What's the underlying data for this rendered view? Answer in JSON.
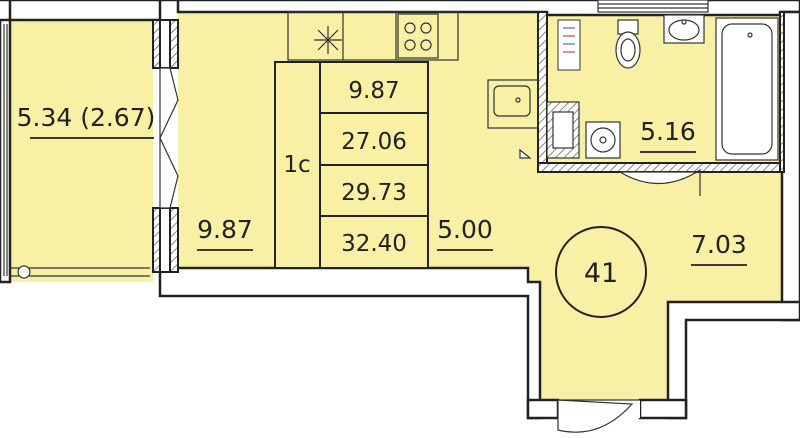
{
  "plan": {
    "apartment_type": "1с",
    "totals": [
      "9.87",
      "27.06",
      "29.73",
      "32.40"
    ],
    "apartment_number": "41",
    "rooms": {
      "balcony": "5.34 (2.67)",
      "living_room": "9.87",
      "kitchen": "5.00",
      "bathroom": "5.16",
      "hallway": "7.03"
    }
  },
  "colors": {
    "floor": "#f7f0a5",
    "wall": "#ffffff",
    "wall_outline": "#222222",
    "hatch": "#444444"
  }
}
